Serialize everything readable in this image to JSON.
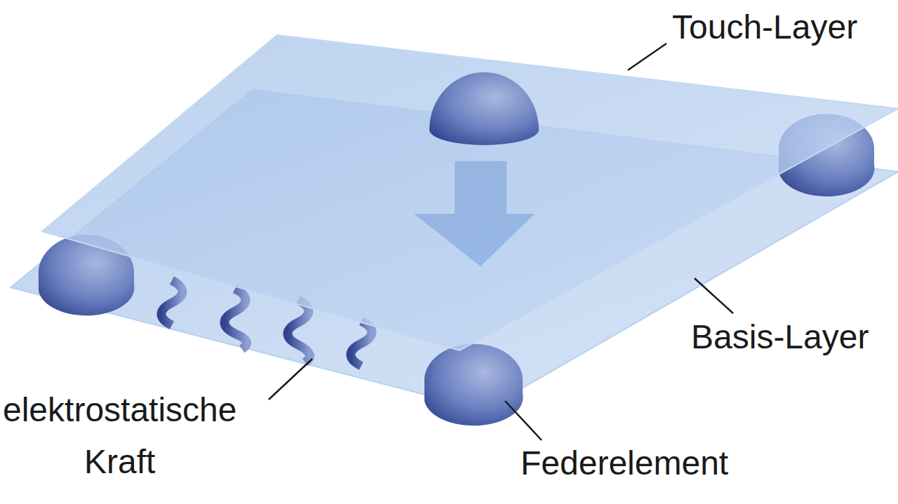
{
  "diagram": {
    "labels": [
      "Touch-Layer",
      "Basis-Layer",
      "elektrostatische Kraft",
      "Federelement"
    ]
  }
}
